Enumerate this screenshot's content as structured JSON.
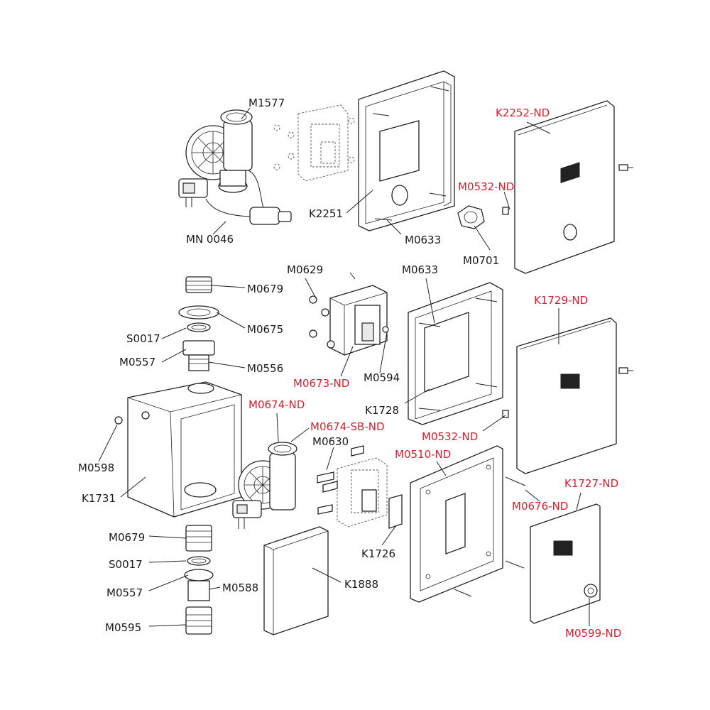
{
  "colors": {
    "part_label": "#1a1a1a",
    "nd_label": "#d8202f",
    "line": "#222222"
  },
  "labels": {
    "M1577": "M1577",
    "MN0046": "MN 0046",
    "K2251": "K2251",
    "M0633_top": "M0633",
    "M0701": "M0701",
    "K2252_ND": "K2252-ND",
    "M0532_ND_top": "M0532-ND",
    "M0629": "M0629",
    "M0679_top": "M0679",
    "M0675": "M0675",
    "S0017_top": "S0017",
    "M0557_top": "M0557",
    "M0556": "M0556",
    "M0633_mid": "M0633",
    "M0673_ND": "M0673-ND",
    "M0594": "M0594",
    "K1728": "K1728",
    "K1729_ND": "K1729-ND",
    "M0532_ND_mid": "M0532-ND",
    "M0674_ND": "M0674-ND",
    "M0674_SB_ND": "M0674-SB-ND",
    "M0630": "M0630",
    "M0510_ND": "M0510-ND",
    "M0598": "M0598",
    "K1731": "K1731",
    "M0676_ND": "M0676-ND",
    "K1727_ND": "K1727-ND",
    "K1726": "K1726",
    "M0679_bot": "M0679",
    "S0017_bot": "S0017",
    "M0557_bot": "M0557",
    "M0588": "M0588",
    "K1888": "K1888",
    "M0595": "M0595",
    "M0599_ND": "M0599-ND"
  }
}
